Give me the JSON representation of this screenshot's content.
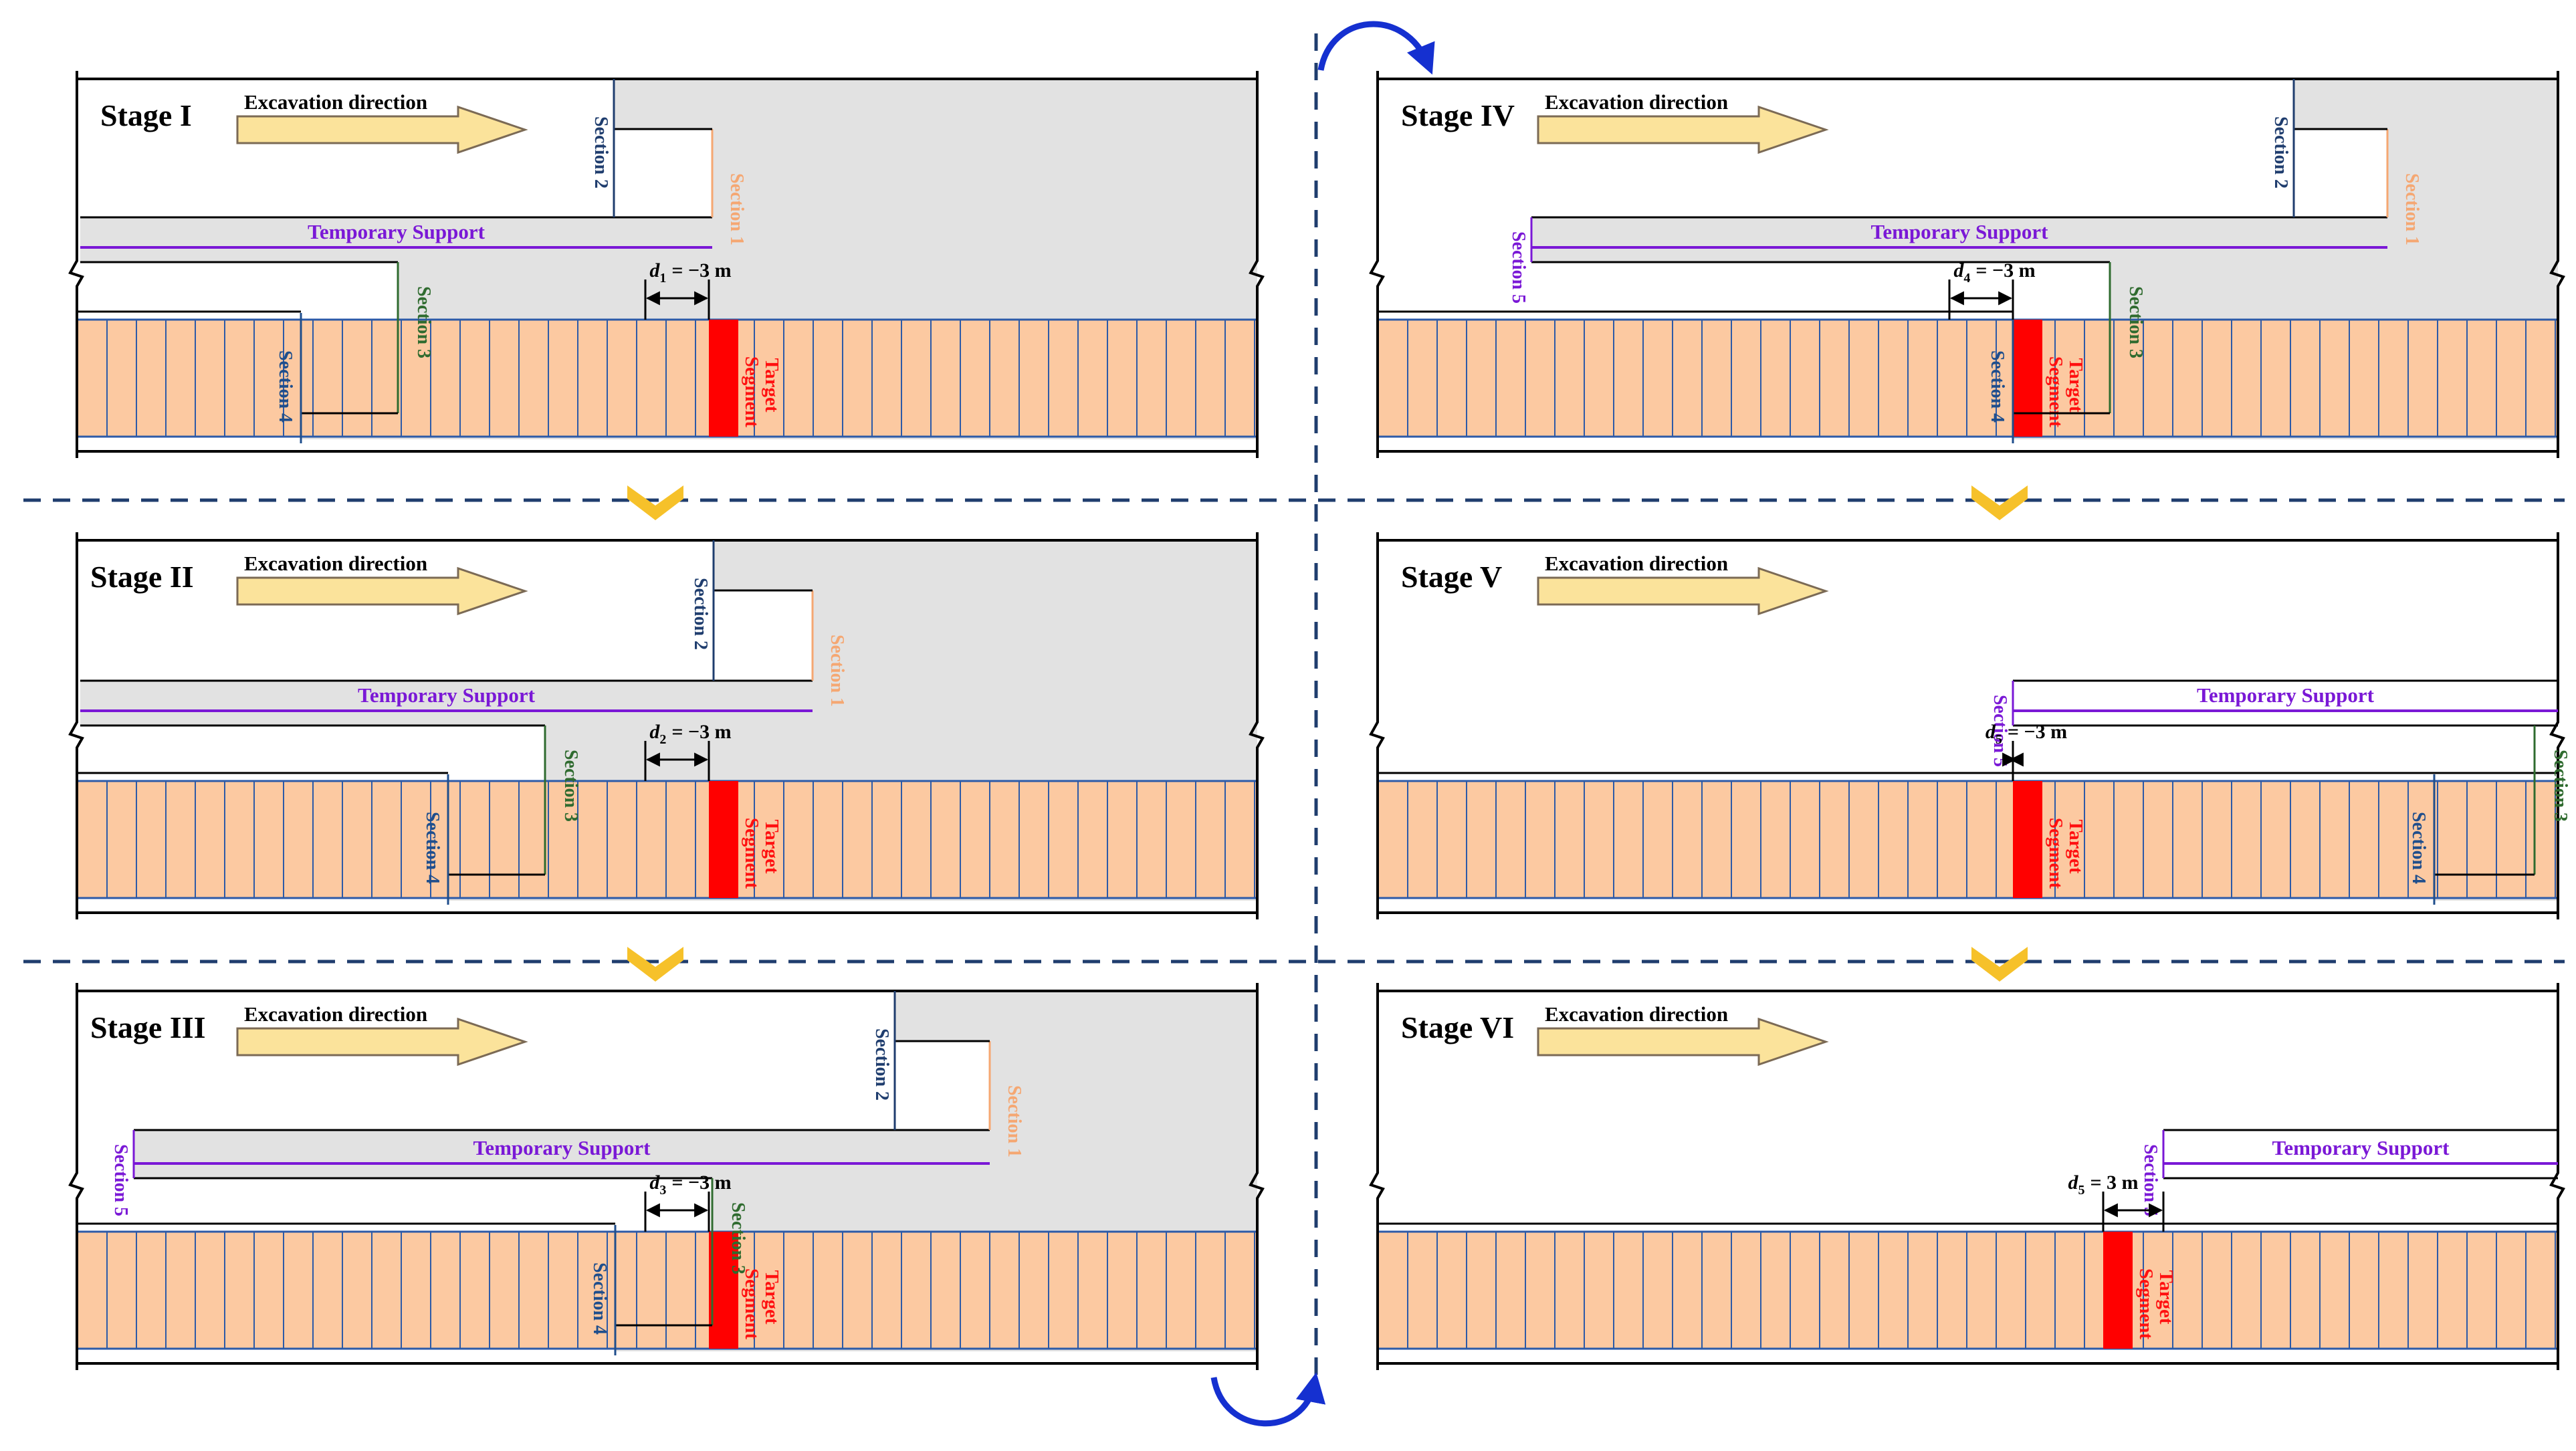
{
  "colors": {
    "excavation_zone": "#e2e2e2",
    "lining_fill": "#fcc9a1",
    "lining_line": "#2c5aa8",
    "target_segment": "#ff0000",
    "temporary_support": "#7a18d6",
    "section_1": "#f5a772",
    "section_2": "#1f3d6e",
    "section_3": "#2f6b2f",
    "section_4": "#1f4e8c",
    "section_5": "#7a18d6",
    "stage_arrow": "#f6c12a",
    "divider": "#1f3d6e",
    "transition_arrow": "#1530d0",
    "excavation_arrow_fill": "#fbe39b"
  },
  "icons": {
    "excavation_arrow": "right-arrow-icon",
    "stage_transition": "chevron-down-icon",
    "column_transition": "curved-arrow-icon"
  },
  "labels": {
    "excavation_direction": "Excavation direction",
    "temporary_support": "Temporary Support",
    "section_1": "Section 1",
    "section_2": "Section 2",
    "section_3": "Section 3",
    "section_4": "Section 4",
    "section_5": "Section 5",
    "target_line1": "Target",
    "target_line2": "Segment"
  },
  "stages": [
    {
      "title": "Stage I",
      "d_sub": "1",
      "d_value": "= −3 m"
    },
    {
      "title": "Stage II",
      "d_sub": "2",
      "d_value": "= −3 m"
    },
    {
      "title": "Stage III",
      "d_sub": "3",
      "d_value": "= −3 m"
    },
    {
      "title": "Stage IV",
      "d_sub": "4",
      "d_value": "= −3 m"
    },
    {
      "title": "Stage V",
      "d_sub": "5",
      "d_value": "= −3 m"
    },
    {
      "title": "Stage VI",
      "d_sub": "5",
      "d_value": "= 3 m"
    }
  ]
}
